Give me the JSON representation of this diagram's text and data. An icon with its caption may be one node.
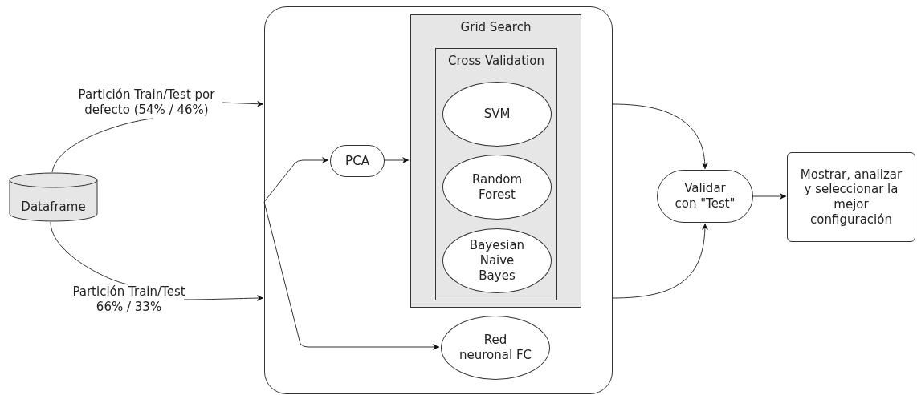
{
  "diagram": {
    "nodes": [
      {
        "text": [
          "Dataframe"
        ]
      },
      {
        "text": [
          "Partición Train/Test por defecto (54% / 46%)"
        ]
      },
      {
        "text": [
          "Partición Train/Test 66% / 33%"
        ]
      },
      {
        "text": [],
        "shape": "box"
      },
      {
        "text": [
          "PCA"
        ],
        "in": 3
      },
      {
        "text": [
          "Grid Search"
        ],
        "in": 3
      },
      {
        "text": [
          "Cross Validation"
        ],
        "in": 5
      },
      {
        "text": [
          "SVM"
        ],
        "in": 6
      },
      {
        "text": [
          "Random Forest"
        ],
        "in": 6
      },
      {
        "text": [
          "Bayesian Naive Bayes"
        ],
        "in": 6
      },
      {
        "text": [
          "Red neuronal FC"
        ],
        "in": 3
      },
      {
        "text": [
          "Validar con \"Test\""
        ]
      },
      {
        "text": [
          "Mostrar, analizar y seleccionar la mejor configuración"
        ]
      }
    ],
    "edges": [
      {
        "from": 0,
        "to": 1,
        "arrow": "none"
      },
      {
        "from": 0,
        "to": 2,
        "arrow": "none"
      },
      {
        "from": 1,
        "to": 3,
        "arrow": "to"
      },
      {
        "from": 2,
        "to": 3,
        "arrow": "to"
      },
      {
        "from": 3,
        "to": 4,
        "arrow": "to"
      },
      {
        "from": 3,
        "to": 10,
        "arrow": "to"
      },
      {
        "from": 4,
        "to": 5,
        "arrow": "to"
      },
      {
        "from": 3,
        "to": 11,
        "arrow": "to"
      },
      {
        "from": 3,
        "to": 11,
        "arrow": "to"
      },
      {
        "from": 11,
        "to": 12,
        "arrow": "to"
      }
    ]
  }
}
